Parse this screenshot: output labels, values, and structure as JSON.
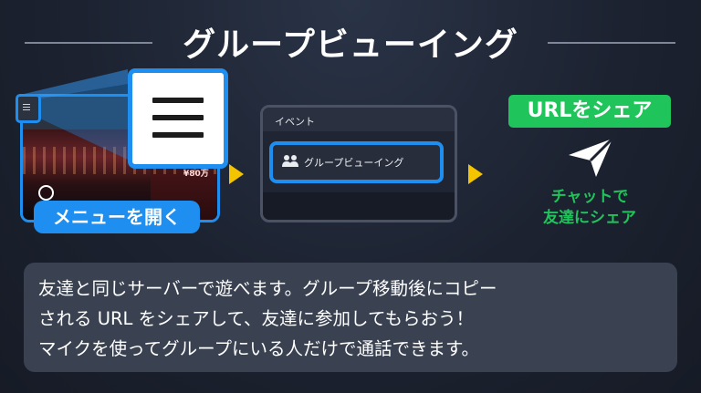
{
  "title": "グループビューイング",
  "step1": {
    "button_label": "メニューを開く",
    "stream_price_text": "¥80万"
  },
  "step2": {
    "section_label": "イベント",
    "item_label": "グループビューイング"
  },
  "step3": {
    "badge_label": "URLをシェア",
    "caption_line1": "チャットで",
    "caption_line2": "友達にシェア",
    "icon": "send-icon"
  },
  "description": {
    "line1": "友達と同じサーバーで遊べます。グループ移動後にコピー",
    "line2": "される URL をシェアして、友達に参加してもらおう！",
    "line3": "マイクを使ってグループにいる人だけで通話できます。"
  },
  "colors": {
    "accent_blue": "#1e8ff0",
    "accent_green": "#1fc45a",
    "arrow_yellow": "#f5c400"
  }
}
